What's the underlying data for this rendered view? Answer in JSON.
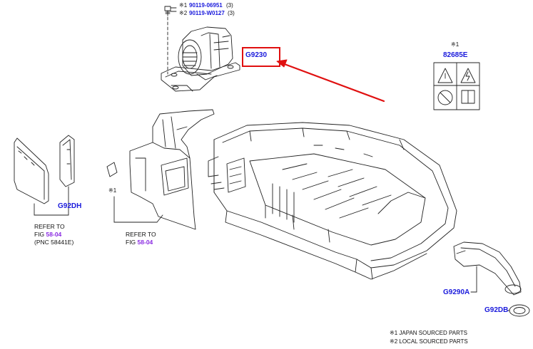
{
  "callouts": {
    "top_bolt_1_mark": "※1",
    "top_bolt_1_pnc": "90119-06951",
    "top_bolt_1_qty": "(3)",
    "top_bolt_2_mark": "※2",
    "top_bolt_2_pnc": "90119-W0127",
    "top_bolt_2_qty": "(3)",
    "blower": "G9230",
    "label_mark": "※1",
    "label": "82685E",
    "left_cover": "G92DH",
    "pad_mark": "※1",
    "duct": "G9290A",
    "duct_seal": "G92DB"
  },
  "refs": {
    "left_line1": "REFER TO",
    "left_fig_prefix": "FIG",
    "left_fig": "58-04",
    "left_pnc": "(PNC 58441E)",
    "mid_line1": "REFER TO",
    "mid_fig_prefix": "FIG",
    "mid_fig": "58-04"
  },
  "footnotes": {
    "note1": "※1 JAPAN SOURCED PARTS",
    "note2": "※2 LOCAL SOURCED PARTS"
  },
  "colors": {
    "highlight": "#e01010",
    "part_link": "#1a1adc",
    "fig_link": "#8a2be2",
    "line": "#222222"
  }
}
